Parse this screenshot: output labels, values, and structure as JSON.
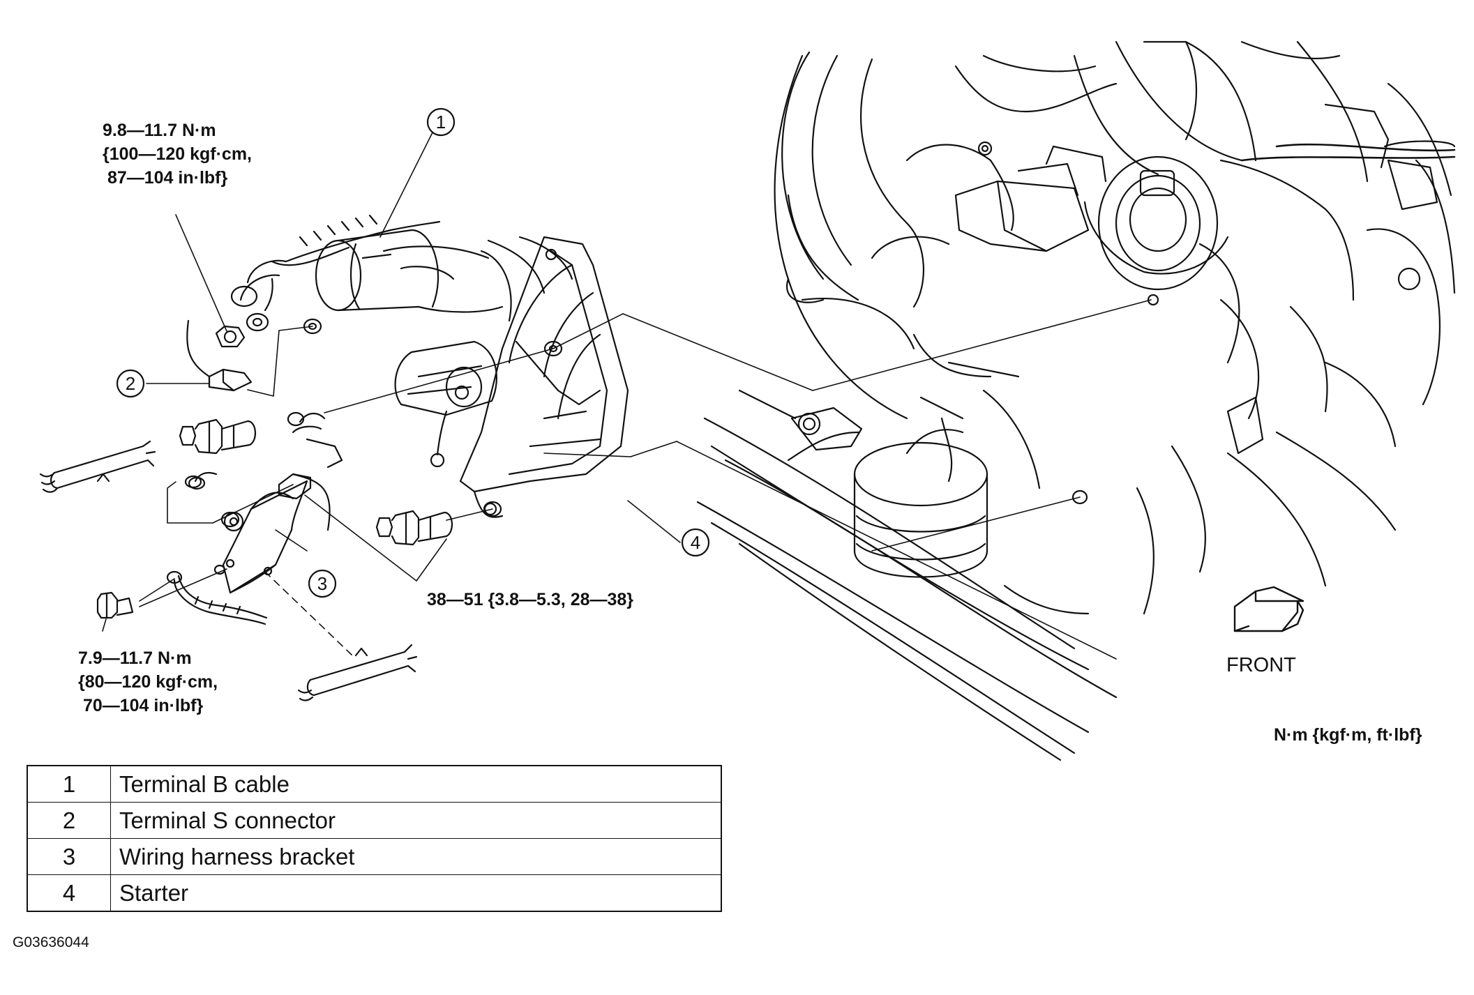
{
  "callouts": [
    "1",
    "2",
    "3",
    "4"
  ],
  "torque": {
    "terminal_b_nut": [
      "9.8—11.7 N·m",
      "{100—120 kgf·cm,",
      " 87—104 in·lbf}"
    ],
    "starter_bolts": [
      "38—51 {3.8—5.3, 28—38}"
    ],
    "bracket_bolt": [
      "7.9—11.7 N·m",
      "{80—120 kgf·cm,",
      " 70—104 in·lbf}"
    ]
  },
  "front_label": "FRONT",
  "units_note": "N·m {kgf·m, ft·lbf}",
  "legend": [
    {
      "num": "1",
      "desc": "Terminal B cable"
    },
    {
      "num": "2",
      "desc": "Terminal S connector"
    },
    {
      "num": "3",
      "desc": "Wiring harness bracket"
    },
    {
      "num": "4",
      "desc": "Starter"
    }
  ],
  "figure_id": "G03636044"
}
